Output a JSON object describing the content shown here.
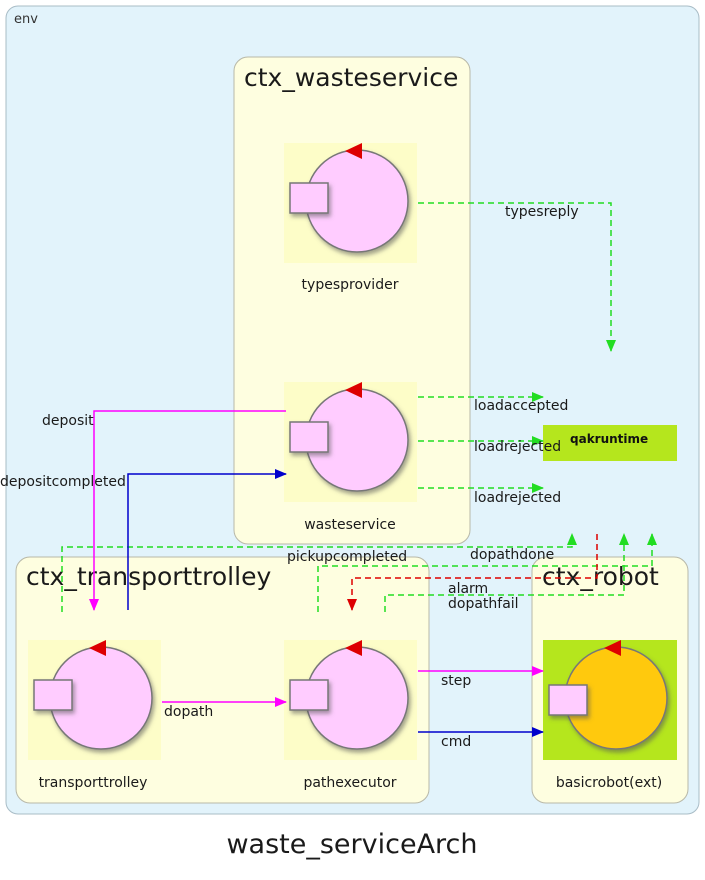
{
  "diagram": {
    "title": "waste_serviceArch",
    "env_label": "env",
    "contexts": {
      "wasteservice": "ctx_wasteservice",
      "transporttrolley": "ctx_transporttrolley",
      "robot": "ctx_robot"
    },
    "actors": {
      "typesprovider": "typesprovider",
      "wasteservice": "wasteservice",
      "transporttrolley": "transporttrolley",
      "pathexecutor": "pathexecutor",
      "basicrobot": "basicrobot(ext)"
    },
    "runtime": "qakruntime",
    "messages": {
      "typesreply": "typesreply",
      "loadaccepted": "loadaccepted",
      "loadrejected_1": "loadrejected",
      "loadrejected_2": "loadrejected",
      "deposit": "deposit",
      "depositcompleted": "depositcompleted",
      "pickupcompleted": "pickupcompleted",
      "dopathdone": "dopathdone",
      "alarm": "alarm",
      "dopathfail": "dopathfail",
      "dopath": "dopath",
      "step": "step",
      "cmd": "cmd"
    },
    "colors": {
      "env_bg": "#e2f3fb",
      "context_bg": "#fefee0",
      "actor_circle": "#ffccff",
      "robot_circle": "#ffc90e",
      "robot_bg": "#b5e61d",
      "runtime_bg": "#b5e61d",
      "reply": "#22dd22",
      "dispatch": "#ff00ff",
      "request": "#0000cc",
      "event": "#dd0000"
    }
  }
}
